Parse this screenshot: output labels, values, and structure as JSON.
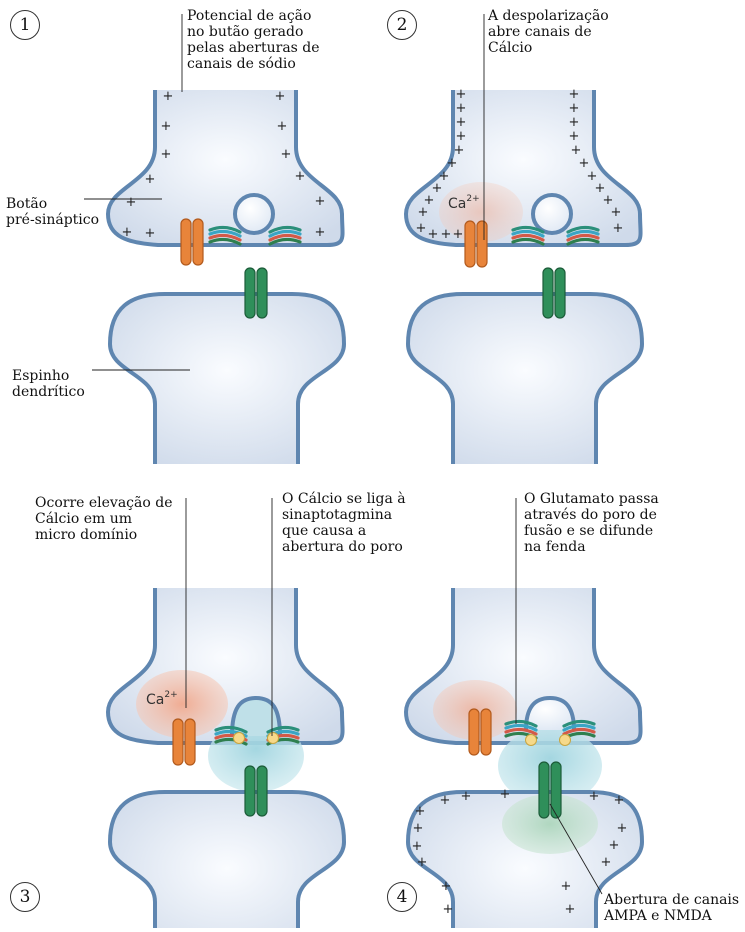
{
  "panels": [
    {
      "number": "1",
      "label": "Potencial de ação\nno butão gerado\npelas aberturas de\ncanais de sódio"
    },
    {
      "number": "2",
      "label": "A despolarização\nabre canais de\nCálcio"
    },
    {
      "number": "3",
      "label": "Ocorre elevação de\nCálcio em um\nmicro domínio",
      "label2": "O Cálcio se liga à\nsinaptotagmina\nque causa a\nabertura do poro"
    },
    {
      "number": "4",
      "label": "O Glutamato passa\natravés do poro de\nfusão e se difunde\nna fenda",
      "label2": "Abertura de canais\nAMPA e NMDA"
    }
  ],
  "structures": {
    "presynaptic": "Botão\npré-sináptico",
    "dendritic": "Espinho\ndendrítico"
  },
  "ion": {
    "symbol": "Ca",
    "charge": "2+"
  },
  "charge_sign": "+",
  "colors": {
    "membrane": "#5f86b0",
    "cytoplasm": "#e6ecf6",
    "calcium_channel": "#e8843a",
    "receptor": "#2f8f5a",
    "calcium_cloud": "#f3b8a0",
    "glutamate_cloud": "#a9d9e2"
  }
}
